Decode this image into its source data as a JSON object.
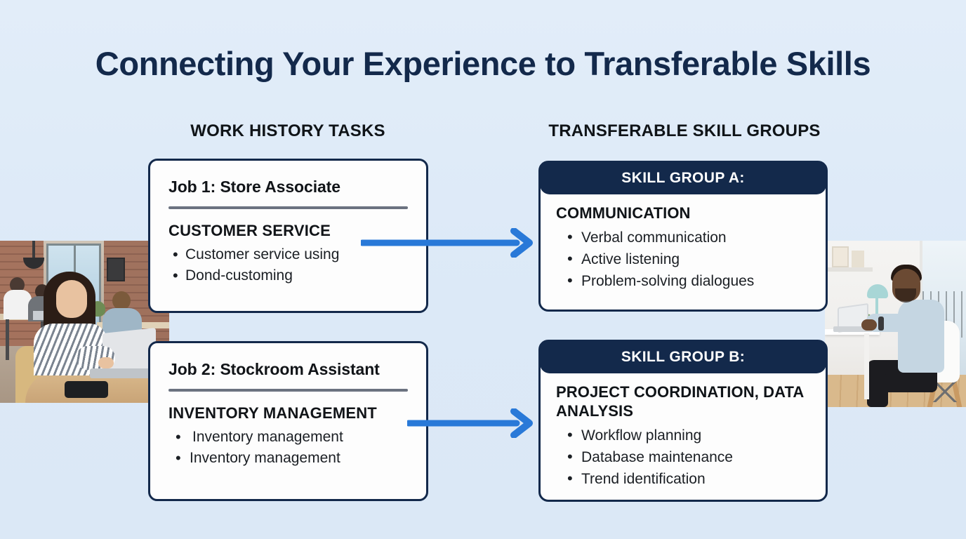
{
  "page": {
    "title": "Connecting Your Experience to Transferable Skills",
    "background_color": "#dfeaf7",
    "navy": "#13294b",
    "arrow_color": "#2979d8"
  },
  "columns": {
    "left_header": "WORK HISTORY TASKS",
    "right_header": "TRANSFERABLE SKILL GROUPS"
  },
  "jobs": [
    {
      "label": "Job 1:",
      "role": "Store Associate",
      "skill_heading": "CUSTOMER SERVICE",
      "bullets": [
        "Customer service using",
        "Dond-customing"
      ]
    },
    {
      "label": "Job 2:",
      "role": "Stockroom Assistant",
      "skill_heading": "INVENTORY MANAGEMENT",
      "bullets": [
        "Inventory management",
        "Inventory management"
      ]
    }
  ],
  "skill_groups": [
    {
      "header": "SKILL GROUP A:",
      "name": "COMMUNICATION",
      "bullets": [
        "Verbal communication",
        "Active listening",
        "Problem-solving dialogues"
      ]
    },
    {
      "header": "SKILL GROUP B:",
      "name": "PROJECT COORDINATION, DATA ANALYSIS",
      "bullets": [
        "Workflow planning",
        "Database maintenance",
        "Trend identification"
      ]
    }
  ],
  "photos": [
    {
      "alt": "woman-working-on-laptop-in-cafe"
    },
    {
      "alt": "man-working-on-laptop-at-home-desk"
    }
  ]
}
